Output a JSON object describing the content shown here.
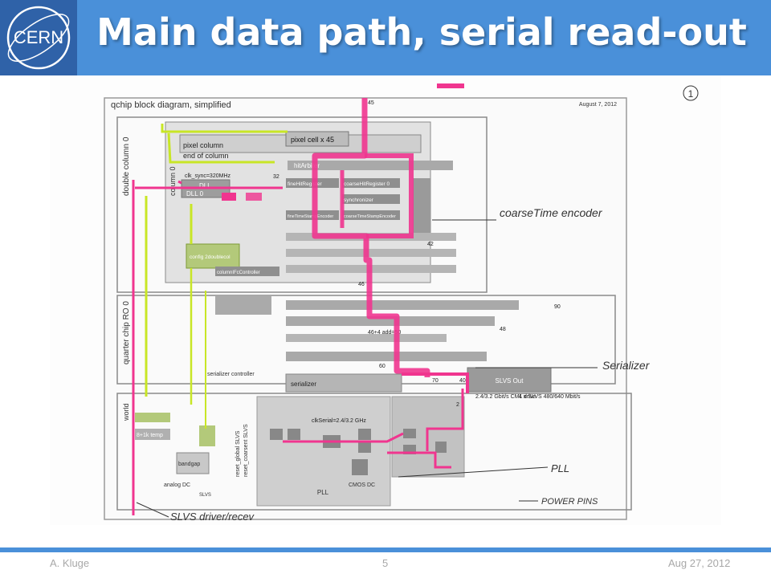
{
  "slide": {
    "title": "Main data path, serial read-out",
    "footer_author": "A. Kluge",
    "page_number": "5",
    "date": "Aug 27, 2012",
    "colors": {
      "header": "#4a90d9",
      "logo_bg": "#2f62a8",
      "highlight_pink": "#f0358f",
      "highlight_green": "#c8e626"
    }
  },
  "logo": {
    "text": "CERN"
  },
  "diagram": {
    "title": "qchip block diagram, simplified",
    "date": "August 7, 2012",
    "page_mark": "1",
    "regions": {
      "double_column": "double column 0",
      "column": "column 0",
      "quarter_chip": "quarter chip RO 0",
      "world": "world"
    },
    "blocks": {
      "pixel_column": "pixel column",
      "pixel_cell": "pixel cell x 45",
      "end_of_column": "end of column",
      "hit_arbiter": "hitArbiter",
      "dll": "DLL",
      "dll0": "DLL 0",
      "clk_320": "clk_sync=320MHz",
      "fine_hit": "fineHitRegister",
      "coarse_hit": "coarseHitRegister 0",
      "synchronizer": "synchronizer",
      "fine_encoder": "fineTimeStampEncoder",
      "coarse_encoder": "coarseTimeStampEncoder",
      "config": "config 2doublecol",
      "column_controller": "columnIFcController",
      "serializer_controller": "serializer controller",
      "serializer": "serializer",
      "slvs_out": "SLVS Out",
      "pll": "PLL",
      "temp": "8+1k temp",
      "bandgap": "bandgap",
      "clk_serial": "clkSerial=2.4/3.2 GHz",
      "cmos_dc": "CMOS DC",
      "analog_dc": "analog DC",
      "rate_1": "2.4/3.2 Gbit/s CML drive",
      "rate_2": "4 x SLVS 480/640 Mbit/s",
      "reset_global": "reset_global SLVS",
      "reset_coarse": "reset_coarsent SLVS"
    },
    "numbers": [
      "45",
      "32",
      "46",
      "42",
      "90",
      "48",
      "46+4 add=50",
      "60",
      "70",
      "2",
      "40"
    ],
    "annotations": {
      "encoder": "coarseTime encoder",
      "serializer": "Serializer",
      "pll": "PLL",
      "power": "POWER PINS",
      "slvs": "SLVS driver/recev"
    }
  }
}
